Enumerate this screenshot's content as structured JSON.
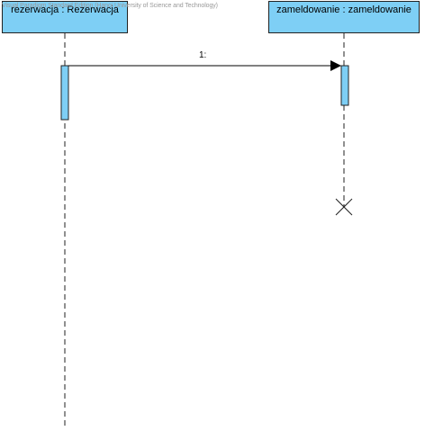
{
  "watermark": "Visual Paradigm Standard Edition (Hanoi University of Science and Technology)",
  "lifelines": [
    {
      "label": "rezerwacja : Rezerwacja"
    },
    {
      "label": "zameldowanie : zameldowanie"
    }
  ],
  "messages": [
    {
      "label": "1:",
      "from": 0,
      "to": 1
    }
  ],
  "colors": {
    "lifeline_fill": "#7ecff5",
    "activation_fill": "#7ecff5",
    "stroke": "#222222"
  },
  "destroy": {
    "lifeline": 1,
    "icon": "destroy-x-icon"
  }
}
